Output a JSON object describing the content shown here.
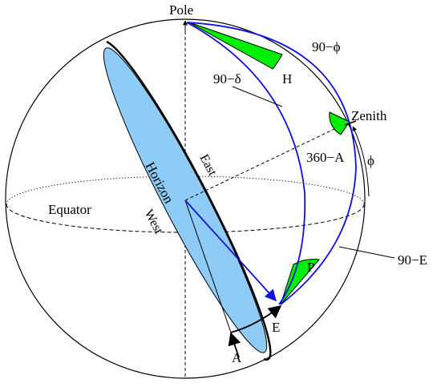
{
  "diagram": {
    "labels": {
      "pole": "Pole",
      "zenith": "Zenith",
      "equator": "Equator",
      "horizon": "Horizon",
      "east": "East",
      "west": "West",
      "colatitude": "90−ϕ",
      "codeclination": "90−δ",
      "azimuth_supplement": "360−A",
      "latitude": "ϕ",
      "hour_angle": "H",
      "parallactic": "P",
      "coelevation": "90−E",
      "azimuth": "A",
      "elevation": "E"
    },
    "colors": {
      "sphere_outline": "#000000",
      "horizon_fill": "#8ecbf6",
      "great_circle": "#1010dd",
      "star_vector": "#1010dd",
      "angle_fill": "#00ee00",
      "arc_arrow": "#000000"
    }
  }
}
